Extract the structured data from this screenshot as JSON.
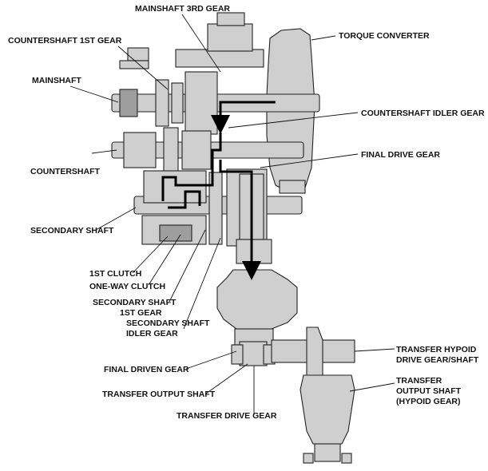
{
  "labels": {
    "mainshaft_3rd_gear": "MAINSHAFT 3RD GEAR",
    "countershaft_1st_gear": "COUNTERSHAFT 1ST GEAR",
    "torque_converter": "TORQUE CONVERTER",
    "mainshaft": "MAINSHAFT",
    "countershaft_idler_gear": "COUNTERSHAFT IDLER GEAR",
    "final_drive_gear": "FINAL DRIVE GEAR",
    "countershaft": "COUNTERSHAFT",
    "secondary_shaft": "SECONDARY SHAFT",
    "first_clutch": "1ST CLUTCH",
    "one_way_clutch": "ONE-WAY CLUTCH",
    "secondary_shaft_1st_gear_l1": "SECONDARY SHAFT",
    "secondary_shaft_1st_gear_l2": "1ST GEAR",
    "secondary_shaft_idler_gear_l1": "SECONDARY SHAFT",
    "secondary_shaft_idler_gear_l2": "IDLER GEAR",
    "transfer_hypoid_l1": "TRANSFER HYPOID",
    "transfer_hypoid_l2": "DRIVE GEAR/SHAFT",
    "final_driven_gear": "FINAL DRIVEN GEAR",
    "transfer_output_l1": "TRANSFER",
    "transfer_output_l2": "OUTPUT SHAFT",
    "transfer_output_l3": "(HYPOID GEAR)",
    "transfer_output_shaft": "TRANSFER OUTPUT SHAFT",
    "transfer_drive_gear": "TRANSFER DRIVE GEAR"
  }
}
